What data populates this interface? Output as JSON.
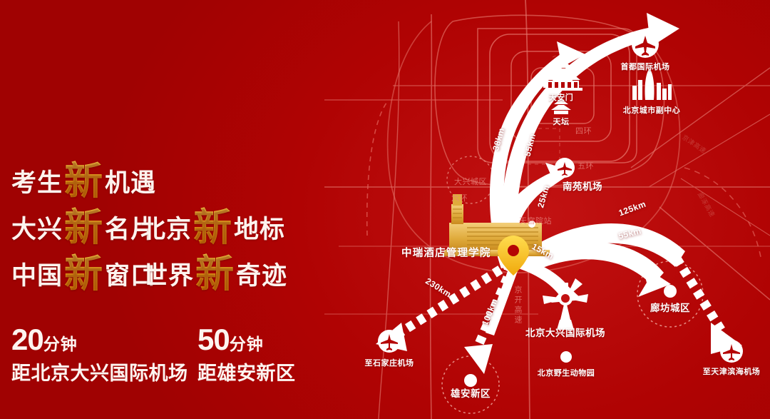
{
  "theme": {
    "bg_red": "#b40404",
    "map_red": "#c21212",
    "accent_gold": "#f6b31a",
    "pin_gold": "#f5c518",
    "text_white": "#fdf3ee",
    "road_pink": "#e8857e"
  },
  "left_panel": {
    "slogans": [
      {
        "pre": "考生",
        "hl": "新",
        "post": "机遇"
      },
      {
        "pre": "大兴",
        "hl": "新",
        "post": "名片"
      },
      {
        "pre": "北京",
        "hl": "新",
        "post": "地标"
      },
      {
        "pre": "中国",
        "hl": "新",
        "post": "窗口"
      },
      {
        "pre": "世界",
        "hl": "新",
        "post": "奇迹"
      }
    ],
    "stats": [
      {
        "num": "20",
        "unit": "分钟",
        "desc": "距北京大兴国际机场"
      },
      {
        "num": "50",
        "unit": "分钟",
        "desc": "距雄安新区"
      }
    ]
  },
  "map": {
    "origin_label": "中瑞酒店管理学院",
    "places": [
      {
        "name": "首都国际机场",
        "icon": "airplane-icon"
      },
      {
        "name": "北京城市副中心",
        "icon": "skyline-icon"
      },
      {
        "name": "天安门",
        "icon": "gate-icon"
      },
      {
        "name": "天坛",
        "icon": "temple-icon"
      },
      {
        "name": "南苑机场",
        "icon": "airplane-icon"
      },
      {
        "name": "大兴城区",
        "icon": "area-circle-icon"
      },
      {
        "name": "天宫院站",
        "icon": "station-dot-icon"
      },
      {
        "name": "北京大兴国际机场",
        "icon": "daxing-airport-icon"
      },
      {
        "name": "北京野生动物园",
        "icon": "dot-icon"
      },
      {
        "name": "雄安新区",
        "icon": "dot-icon"
      },
      {
        "name": "廊坊城区",
        "icon": "dot-icon"
      },
      {
        "name": "至石家庄机场",
        "icon": "airplane-icon"
      },
      {
        "name": "至天津滨海机场",
        "icon": "airplane-icon"
      }
    ],
    "roads": [
      {
        "name": "四环"
      },
      {
        "name": "五环"
      },
      {
        "name": "六环"
      },
      {
        "name": "京开高速"
      },
      {
        "name": "京津高速"
      },
      {
        "name": "廊涿高速"
      }
    ],
    "distances": [
      {
        "value": "38km",
        "to": "首都国际机场"
      },
      {
        "value": "55km",
        "to": "天安门"
      },
      {
        "value": "25km",
        "to": "南苑机场"
      },
      {
        "value": "15km",
        "to": "北京大兴国际机场"
      },
      {
        "value": "125km",
        "to": "至天津滨海机场"
      },
      {
        "value": "55km",
        "to": "廊坊城区"
      },
      {
        "value": "230km",
        "to": "至石家庄机场"
      },
      {
        "value": "100km",
        "to": "雄安新区"
      }
    ]
  }
}
